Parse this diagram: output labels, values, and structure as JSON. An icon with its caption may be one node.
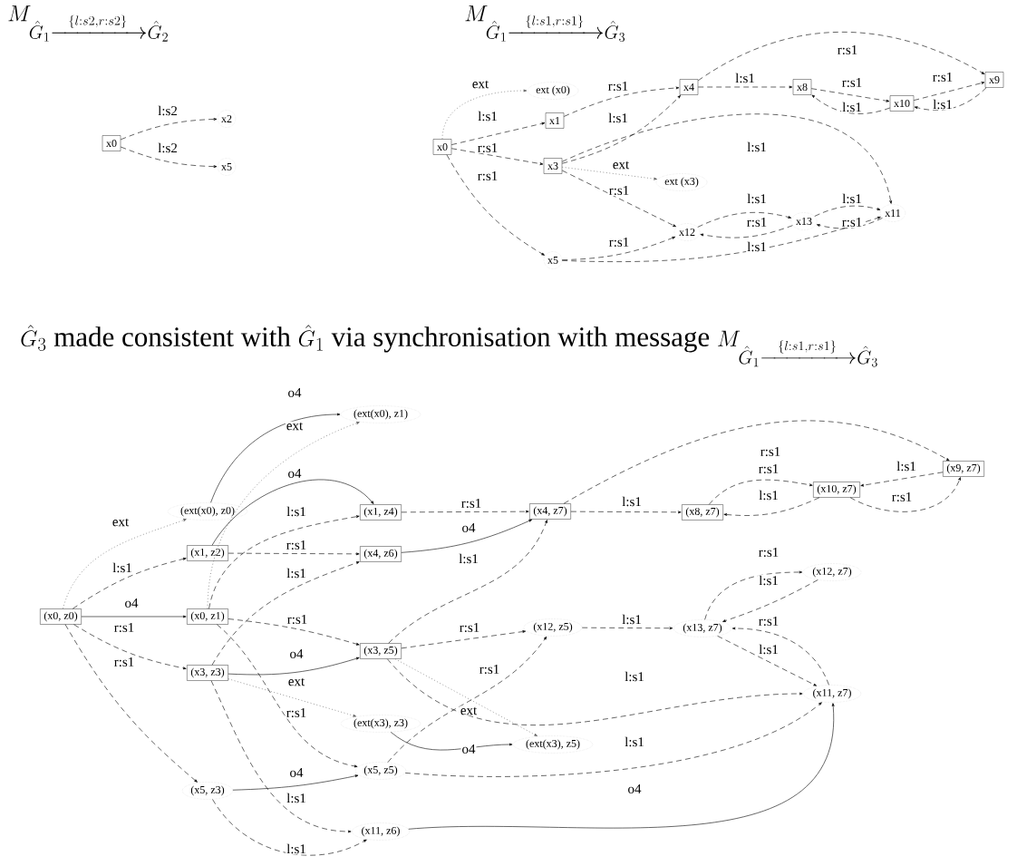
{
  "diagram": {
    "nodes": [
      {
        "text": [
          "x0"
        ]
      },
      {
        "text": [
          "x2"
        ]
      },
      {
        "text": [
          "x5"
        ]
      },
      {
        "text": [
          "x0"
        ]
      },
      {
        "text": [
          "ext (x0)"
        ]
      },
      {
        "text": [
          "x1"
        ]
      },
      {
        "text": [
          "x4"
        ]
      },
      {
        "text": [
          "x8"
        ]
      },
      {
        "text": [
          "x10"
        ]
      },
      {
        "text": [
          "x9"
        ]
      },
      {
        "text": [
          "x3"
        ]
      },
      {
        "text": [
          "ext (x3)"
        ]
      },
      {
        "text": [
          "x11"
        ]
      },
      {
        "text": [
          "x13"
        ]
      },
      {
        "text": [
          "x12"
        ]
      },
      {
        "text": [
          "x5"
        ]
      },
      {
        "text": [
          "(ext(x0), z1)"
        ]
      },
      {
        "text": [
          "(ext(x0), z0)"
        ]
      },
      {
        "text": [
          "(x1, z4)"
        ]
      },
      {
        "text": [
          "(x4, z7)"
        ]
      },
      {
        "text": [
          "(x8, z7)"
        ]
      },
      {
        "text": [
          "(x10, z7)"
        ]
      },
      {
        "text": [
          "(x9, z7)"
        ]
      },
      {
        "text": [
          "(x1, z2)"
        ]
      },
      {
        "text": [
          "(x4, z6)"
        ]
      },
      {
        "text": [
          "(x12, z7)"
        ]
      },
      {
        "text": [
          "(x0, z0)"
        ]
      },
      {
        "text": [
          "(x0, z1)"
        ]
      },
      {
        "text": [
          "(x12, z5)"
        ]
      },
      {
        "text": [
          "(x13, z7)"
        ]
      },
      {
        "text": [
          "(x3, z5)"
        ]
      },
      {
        "text": [
          "(x3, z3)"
        ]
      },
      {
        "text": [
          "(x11, z7)"
        ]
      },
      {
        "text": [
          "(ext(x3), z3)"
        ]
      },
      {
        "text": [
          "(ext(x3), z5)"
        ]
      },
      {
        "text": [
          "(x5, z5)"
        ]
      },
      {
        "text": [
          "(x5, z3)"
        ]
      },
      {
        "text": [
          "(x11, z6)"
        ]
      }
    ],
    "edges": [
      {
        "from": 0,
        "to": 1,
        "arrow": "to",
        "label": "l:s2",
        "style": "dashed"
      },
      {
        "from": 0,
        "to": 2,
        "arrow": "to",
        "label": "l:s2",
        "style": "dashed"
      },
      {
        "from": 3,
        "to": 4,
        "arrow": "to",
        "label": "ext",
        "style": "dashed",
        "color": "#555555"
      },
      {
        "from": 3,
        "to": 5,
        "arrow": "to",
        "label": "l:s1",
        "style": "dashed"
      },
      {
        "from": 3,
        "to": 10,
        "arrow": "to",
        "label": "r:s1",
        "style": "dashed"
      },
      {
        "from": 3,
        "to": 15,
        "arrow": "to",
        "label": "r:s1",
        "style": "dashed"
      },
      {
        "from": 5,
        "to": 6,
        "arrow": "to",
        "label": "r:s1",
        "style": "dashed"
      },
      {
        "from": 10,
        "to": 6,
        "arrow": "to",
        "label": "l:s1",
        "style": "dashed"
      },
      {
        "from": 6,
        "to": 7,
        "arrow": "to",
        "label": "l:s1",
        "style": "dashed"
      },
      {
        "from": 6,
        "to": 9,
        "arrow": "to",
        "label": "r:s1",
        "style": "dashed"
      },
      {
        "from": 7,
        "to": 8,
        "arrow": "to",
        "label": "r:s1",
        "style": "dashed"
      },
      {
        "from": 8,
        "to": 7,
        "arrow": "to",
        "label": "l:s1",
        "style": "dashed"
      },
      {
        "from": 8,
        "to": 9,
        "arrow": "to",
        "label": "r:s1",
        "style": "dashed"
      },
      {
        "from": 9,
        "to": 8,
        "arrow": "to",
        "label": "l:s1",
        "style": "dashed"
      },
      {
        "from": 10,
        "to": 11,
        "arrow": "to",
        "label": "ext",
        "style": "dashed",
        "color": "#555555"
      },
      {
        "from": 10,
        "to": 12,
        "arrow": "to",
        "label": "l:s1",
        "style": "dashed"
      },
      {
        "from": 10,
        "to": 14,
        "arrow": "to",
        "label": "r:s1",
        "style": "dashed"
      },
      {
        "from": 14,
        "to": 13,
        "arrow": "to",
        "label": "l:s1",
        "style": "dashed"
      },
      {
        "from": 13,
        "to": 14,
        "arrow": "to",
        "label": "r:s1",
        "style": "dashed"
      },
      {
        "from": 13,
        "to": 12,
        "arrow": "to",
        "label": "l:s1",
        "style": "dashed"
      },
      {
        "from": 12,
        "to": 13,
        "arrow": "to",
        "label": "r:s1",
        "style": "dashed"
      },
      {
        "from": 15,
        "to": 14,
        "arrow": "to",
        "label": "r:s1",
        "style": "dashed"
      },
      {
        "from": 15,
        "to": 12,
        "arrow": "to",
        "label": "l:s1",
        "style": "dashed"
      },
      {
        "from": 26,
        "to": 17,
        "arrow": "to",
        "label": "ext",
        "style": "dashed",
        "color": "#555555"
      },
      {
        "from": 26,
        "to": 23,
        "arrow": "to",
        "label": "l:s1",
        "style": "dashed"
      },
      {
        "from": 26,
        "to": 27,
        "arrow": "to",
        "label": "o4"
      },
      {
        "from": 26,
        "to": 31,
        "arrow": "to",
        "label": "r:s1",
        "style": "dashed"
      },
      {
        "from": 26,
        "to": 36,
        "arrow": "to",
        "label": "r:s1",
        "style": "dashed"
      },
      {
        "from": 17,
        "to": 16,
        "arrow": "to",
        "label": "o4"
      },
      {
        "from": 27,
        "to": 16,
        "arrow": "to",
        "label": "ext",
        "style": "dashed",
        "color": "#555555"
      },
      {
        "from": 23,
        "to": 18,
        "arrow": "to",
        "label": "o4"
      },
      {
        "from": 27,
        "to": 18,
        "arrow": "to",
        "label": "l:s1",
        "style": "dashed"
      },
      {
        "from": 23,
        "to": 24,
        "arrow": "to",
        "label": "r:s1",
        "style": "dashed"
      },
      {
        "from": 31,
        "to": 24,
        "arrow": "to",
        "label": "l:s1",
        "style": "dashed"
      },
      {
        "from": 18,
        "to": 19,
        "arrow": "to",
        "label": "r:s1",
        "style": "dashed"
      },
      {
        "from": 24,
        "to": 19,
        "arrow": "to",
        "label": "o4"
      },
      {
        "from": 30,
        "to": 19,
        "arrow": "to",
        "label": "l:s1",
        "style": "dashed"
      },
      {
        "from": 19,
        "to": 20,
        "arrow": "to",
        "label": "l:s1",
        "style": "dashed"
      },
      {
        "from": 19,
        "to": 22,
        "arrow": "to",
        "label": "r:s1",
        "style": "dashed"
      },
      {
        "from": 20,
        "to": 21,
        "arrow": "to",
        "label": "r:s1",
        "style": "dashed"
      },
      {
        "from": 21,
        "to": 20,
        "arrow": "to",
        "label": "l:s1",
        "style": "dashed"
      },
      {
        "from": 22,
        "to": 21,
        "arrow": "to",
        "label": "l:s1",
        "style": "dashed"
      },
      {
        "from": 21,
        "to": 22,
        "arrow": "to",
        "label": "r:s1",
        "style": "dashed"
      },
      {
        "from": 27,
        "to": 30,
        "arrow": "to",
        "label": "r:s1",
        "style": "dashed"
      },
      {
        "from": 31,
        "to": 30,
        "arrow": "to",
        "label": "o4"
      },
      {
        "from": 30,
        "to": 28,
        "arrow": "to",
        "label": "r:s1",
        "style": "dashed"
      },
      {
        "from": 28,
        "to": 29,
        "arrow": "to",
        "label": "l:s1",
        "style": "dashed"
      },
      {
        "from": 29,
        "to": 25,
        "arrow": "to",
        "label": "r:s1",
        "style": "dashed"
      },
      {
        "from": 25,
        "to": 29,
        "arrow": "to",
        "label": "l:s1",
        "style": "dashed"
      },
      {
        "from": 29,
        "to": 32,
        "arrow": "to",
        "label": "l:s1",
        "style": "dashed"
      },
      {
        "from": 32,
        "to": 29,
        "arrow": "to",
        "label": "r:s1",
        "style": "dashed"
      },
      {
        "from": 30,
        "to": 32,
        "arrow": "to",
        "label": "l:s1",
        "style": "dashed"
      },
      {
        "from": 30,
        "to": 34,
        "arrow": "to",
        "label": "ext",
        "style": "dashed",
        "color": "#555555"
      },
      {
        "from": 31,
        "to": 33,
        "arrow": "to",
        "label": "ext",
        "style": "dashed",
        "color": "#555555"
      },
      {
        "from": 35,
        "to": 28,
        "arrow": "to",
        "label": "r:s1",
        "style": "dashed"
      },
      {
        "from": 35,
        "to": 32,
        "arrow": "to",
        "label": "l:s1",
        "style": "dashed"
      },
      {
        "from": 33,
        "to": 34,
        "arrow": "to",
        "label": "o4"
      },
      {
        "from": 36,
        "to": 35,
        "arrow": "to",
        "label": "o4"
      },
      {
        "from": 27,
        "to": 35,
        "arrow": "to",
        "label": "r:s1",
        "style": "dashed"
      },
      {
        "from": 31,
        "to": 37,
        "arrow": "to",
        "label": "l:s1",
        "style": "dashed"
      },
      {
        "from": 36,
        "to": 37,
        "arrow": "to",
        "label": "l:s1",
        "style": "dashed"
      },
      {
        "from": 37,
        "to": 32,
        "arrow": "to",
        "label": "o4"
      }
    ],
    "labels": [
      "M_{\\hat{G}_1\\xrightarrow{\\{l{:}s2,r{:}s2\\}}\\hat{G}_2}",
      "M_{\\hat{G}_1\\xrightarrow{\\{l{:}s1,r{:}s1\\}}\\hat{G}_3}",
      "\\hat{G}_3\\ \\text{made consistent with}\\ \\hat{G}_1\\ \\text{via synchronisation with message}\\ M_{\\hat{G}_1\\xrightarrow{\\{l{:}s1,r{:}s1\\}}\\hat{G}_3}"
    ]
  }
}
